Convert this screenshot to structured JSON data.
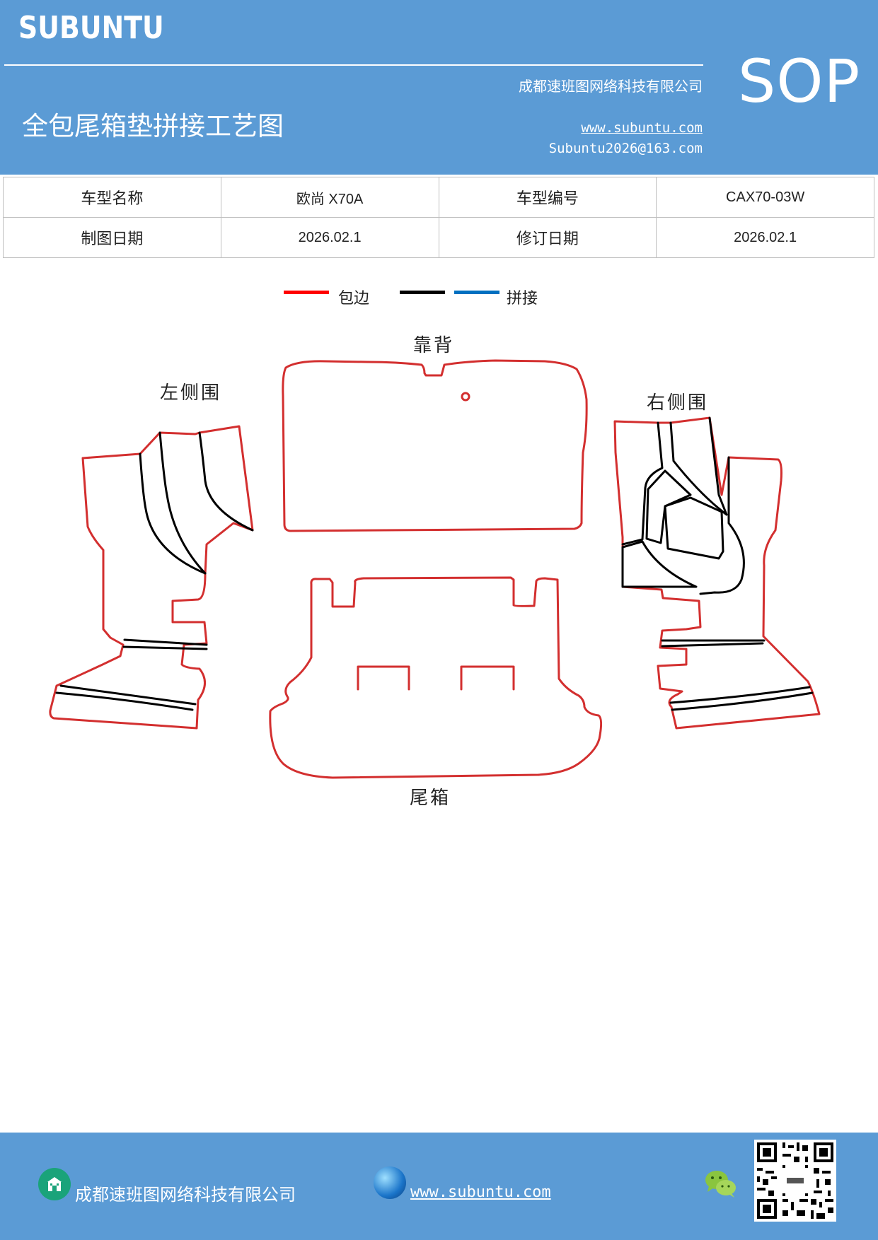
{
  "header": {
    "brand": "SUBUNTU",
    "doc_code": "SOP",
    "company": "成都速班图网络科技有限公司",
    "website": "www.subuntu.com",
    "email": "Subuntu2026@163.com",
    "title": "全包尾箱垫拼接工艺图"
  },
  "info_table": {
    "model_name_label": "车型名称",
    "model_name_value": "欧尚 X70A",
    "model_code_label": "车型编号",
    "model_code_value": "CAX70-03W",
    "draw_date_label": "制图日期",
    "draw_date_value": "2026.02.1",
    "revise_date_label": "修订日期",
    "revise_date_value": "2026.02.1"
  },
  "legend": {
    "edge_label": "包边",
    "splice_label": "拼接",
    "edge_color": "#ff0000",
    "seam_color": "#000000",
    "splice_color": "#0070c0"
  },
  "parts": {
    "backrest": "靠背",
    "left_side": "左侧围",
    "right_side": "右侧围",
    "trunk": "尾箱"
  },
  "footer": {
    "company": "成都速班图网络科技有限公司",
    "website": "www.subuntu.com",
    "icons": [
      "company-icon",
      "globe-icon",
      "wechat-icon",
      "qr-code"
    ]
  }
}
